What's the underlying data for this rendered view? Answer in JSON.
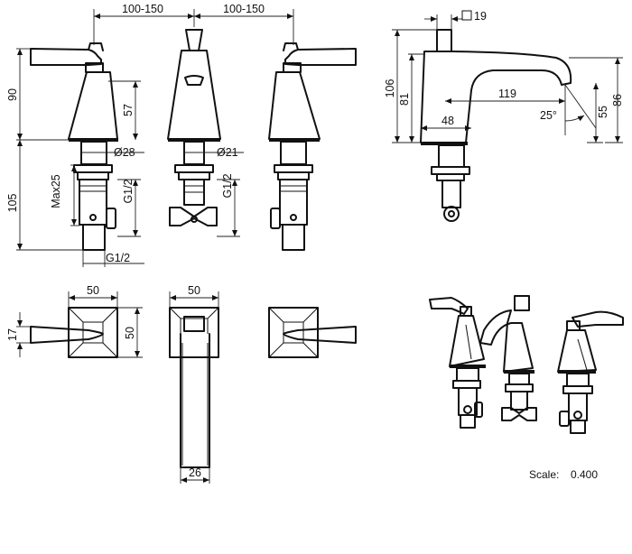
{
  "dims": {
    "spread_left": "100-150",
    "spread_right": "100-150",
    "handle_height": "90",
    "body_height": "57",
    "dia_28": "Ø28",
    "dia_21": "Ø21",
    "max25": "Max25",
    "g12_valve": "G1/2",
    "g12_spout": "G1/2",
    "g12_bottom": "G1/2",
    "shank_105": "105",
    "spout_106": "106",
    "spout_81": "81",
    "spout_86": "86",
    "spout_119": "119",
    "spout_48": "48",
    "spout_55": "55",
    "angle_25": "25°",
    "box_19": "19",
    "plan_50_left": "50",
    "plan_50_mid": "50",
    "plan_17": "17",
    "plan_50_vert": "50",
    "plan_26": "26"
  },
  "footer": {
    "scale_label": "Scale:",
    "scale_value": "0.400"
  }
}
